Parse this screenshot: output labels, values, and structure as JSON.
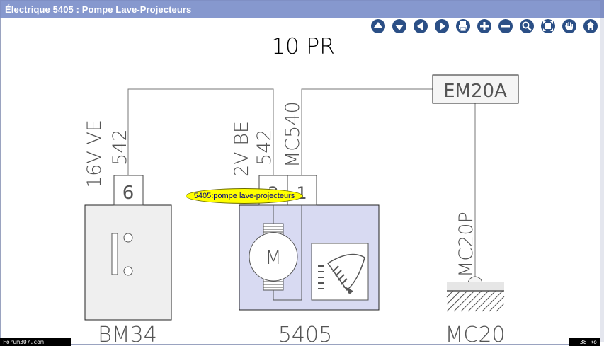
{
  "window": {
    "title": "Électrique 5405  : Pompe Lave-Projecteurs"
  },
  "toolbar": [
    {
      "name": "up-icon"
    },
    {
      "name": "down-icon"
    },
    {
      "name": "previous-icon"
    },
    {
      "name": "next-icon"
    },
    {
      "name": "print-icon"
    },
    {
      "name": "zoom-in-icon"
    },
    {
      "name": "zoom-out-icon"
    },
    {
      "name": "magnifier-icon"
    },
    {
      "name": "fit-window-icon"
    },
    {
      "name": "pan-hand-icon"
    },
    {
      "name": "home-icon"
    }
  ],
  "diagram": {
    "heading": "10 PR",
    "connector_em20a": "EM20A",
    "wire_left": "16V VE",
    "wire_left_num": "542",
    "wire_mid": "2V BE",
    "wire_mid_num": "542",
    "wire_mid_code": "MC540",
    "pin_bm34": "6",
    "pin_5405_a": "2",
    "pin_5405_b": "1",
    "motor_letter": "M",
    "ground_wire": "MC20P",
    "label_bm34": "BM34",
    "label_5405": "5405",
    "label_mc20": "MC20",
    "tooltip": "5405:pompe lave-projecteurs"
  },
  "footer": {
    "left": "Forum307.com",
    "right": "38 ko"
  },
  "colors": {
    "titlebar": "#8698ce",
    "toolbar_button": "#2b4f86",
    "component_5405_fill": "#d8daf2",
    "tooltip_fill": "#ffff00"
  }
}
